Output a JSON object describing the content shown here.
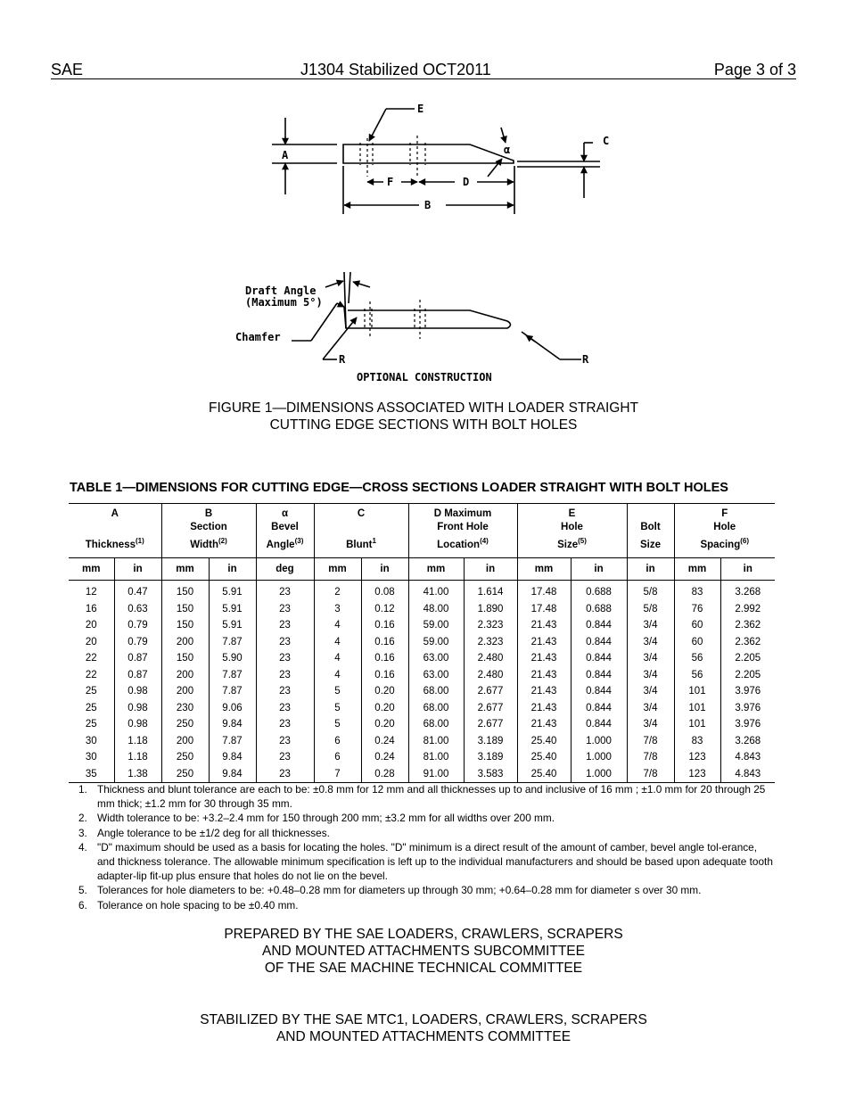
{
  "header": {
    "left": "SAE",
    "center": "J1304 Stabilized OCT2011",
    "right": "Page 3 of 3"
  },
  "figure": {
    "labels": {
      "a": "A",
      "b": "B",
      "c": "C",
      "d": "D",
      "e": "E",
      "f": "F",
      "alpha": "α",
      "r": "R",
      "draft_angle": "Draft Angle",
      "draft_max": "(Maximum 5°)",
      "chamfer": "Chamfer",
      "optional": "OPTIONAL CONSTRUCTION"
    },
    "caption_line1": "FIGURE 1—DIMENSIONS ASSOCIATED WITH LOADER STRAIGHT",
    "caption_line2": "CUTTING EDGE SECTIONS WITH BOLT HOLES"
  },
  "table": {
    "title": "TABLE 1—DIMENSIONS FOR CUTTING EDGE—CROSS SECTIONS LOADER STRAIGHT WITH BOLT HOLES",
    "groups": [
      {
        "l1": "A",
        "l2": "",
        "l3": "Thickness",
        "sup": "(1)"
      },
      {
        "l1": "B",
        "l2": "Section",
        "l3": "Width",
        "sup": "(2)"
      },
      {
        "l1": "α",
        "l2": "Bevel",
        "l3": "Angle",
        "sup": "(3)"
      },
      {
        "l1": "C",
        "l2": "",
        "l3": "Blunt",
        "sup": "1"
      },
      {
        "l1": "D Maximum",
        "l2": "Front Hole",
        "l3": "Location",
        "sup": "(4)"
      },
      {
        "l1": "E",
        "l2": "Hole",
        "l3": "Size",
        "sup": "(5)"
      },
      {
        "l1": "",
        "l2": "Bolt",
        "l3": "Size",
        "sup": ""
      },
      {
        "l1": "F",
        "l2": "Hole",
        "l3": "Spacing",
        "sup": "(6)"
      }
    ],
    "units": [
      "mm",
      "in",
      "mm",
      "in",
      "deg",
      "mm",
      "in",
      "mm",
      "in",
      "mm",
      "in",
      "in",
      "mm",
      "in"
    ],
    "rows": [
      [
        "12",
        "0.47",
        "150",
        "5.91",
        "23",
        "2",
        "0.08",
        "41.00",
        "1.614",
        "17.48",
        "0.688",
        "5/8",
        "83",
        "3.268"
      ],
      [
        "16",
        "0.63",
        "150",
        "5.91",
        "23",
        "3",
        "0.12",
        "48.00",
        "1.890",
        "17.48",
        "0.688",
        "5/8",
        "76",
        "2.992"
      ],
      [
        "20",
        "0.79",
        "150",
        "5.91",
        "23",
        "4",
        "0.16",
        "59.00",
        "2.323",
        "21.43",
        "0.844",
        "3/4",
        "60",
        "2.362"
      ],
      [
        "20",
        "0.79",
        "200",
        "7.87",
        "23",
        "4",
        "0.16",
        "59.00",
        "2.323",
        "21.43",
        "0.844",
        "3/4",
        "60",
        "2.362"
      ],
      [
        "22",
        "0.87",
        "150",
        "5.90",
        "23",
        "4",
        "0.16",
        "63.00",
        "2.480",
        "21.43",
        "0.844",
        "3/4",
        "56",
        "2.205"
      ],
      [
        "22",
        "0.87",
        "200",
        "7.87",
        "23",
        "4",
        "0.16",
        "63.00",
        "2.480",
        "21.43",
        "0.844",
        "3/4",
        "56",
        "2.205"
      ],
      [
        "25",
        "0.98",
        "200",
        "7.87",
        "23",
        "5",
        "0.20",
        "68.00",
        "2.677",
        "21.43",
        "0.844",
        "3/4",
        "101",
        "3.976"
      ],
      [
        "25",
        "0.98",
        "230",
        "9.06",
        "23",
        "5",
        "0.20",
        "68.00",
        "2.677",
        "21.43",
        "0.844",
        "3/4",
        "101",
        "3.976"
      ],
      [
        "25",
        "0.98",
        "250",
        "9.84",
        "23",
        "5",
        "0.20",
        "68.00",
        "2.677",
        "21.43",
        "0.844",
        "3/4",
        "101",
        "3.976"
      ],
      [
        "30",
        "1.18",
        "200",
        "7.87",
        "23",
        "6",
        "0.24",
        "81.00",
        "3.189",
        "25.40",
        "1.000",
        "7/8",
        "83",
        "3.268"
      ],
      [
        "30",
        "1.18",
        "250",
        "9.84",
        "23",
        "6",
        "0.24",
        "81.00",
        "3.189",
        "25.40",
        "1.000",
        "7/8",
        "123",
        "4.843"
      ],
      [
        "35",
        "1.38",
        "250",
        "9.84",
        "23",
        "7",
        "0.28",
        "91.00",
        "3.583",
        "25.40",
        "1.000",
        "7/8",
        "123",
        "4.843"
      ]
    ]
  },
  "notes": [
    {
      "n": "1.",
      "text": "Thickness and blunt tolerance are each to be: ±0.8 mm for 12 mm and all thicknesses up to and inclusive of 16 mm ; ±1.0 mm for 20 through 25 mm thick; ±1.2 mm for 30 through 35 mm."
    },
    {
      "n": "2.",
      "text": "Width tolerance to be: +3.2–2.4 mm for 150 through 200 mm; ±3.2 mm for all widths over 200 mm."
    },
    {
      "n": "3.",
      "text": "Angle tolerance to be ±1/2 deg for all thicknesses."
    },
    {
      "n": "4.",
      "text": "\"D\" maximum should be used as a basis for locating the holes.  \"D\" minimum is a direct result of the amount of camber, bevel angle tol-erance, and thickness tolerance.  The allowable minimum specification is left up to the individual manufacturers and should be based upon adequate tooth adapter-lip fit-up plus ensure that holes do not lie on the bevel."
    },
    {
      "n": "5.",
      "text": "Tolerances for hole diameters to be: +0.48–0.28 mm for diameters up through 30 mm; +0.64–0.28 mm for diameter s over 30 mm."
    },
    {
      "n": "6.",
      "text": "Tolerance on hole spacing to be ±0.40 mm."
    }
  ],
  "footer": {
    "prepared": [
      "PREPARED BY THE SAE LOADERS, CRAWLERS, SCRAPERS",
      "AND MOUNTED ATTACHMENTS SUBCOMMITTEE",
      "OF THE SAE MACHINE TECHNICAL COMMITTEE"
    ],
    "stabilized": [
      "STABILIZED BY THE SAE MTC1, LOADERS, CRAWLERS, SCRAPERS",
      "AND MOUNTED ATTACHMENTS COMMITTEE"
    ]
  }
}
